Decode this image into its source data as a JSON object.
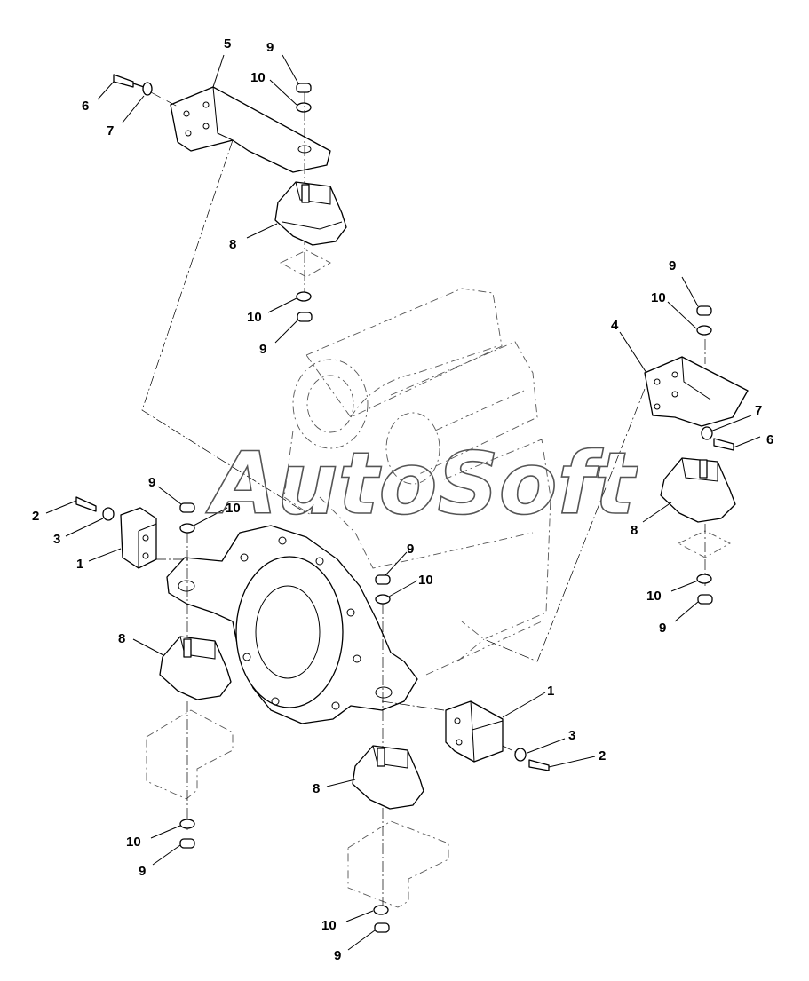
{
  "watermark": "AutoSoft",
  "callouts": [
    {
      "id": "c5a",
      "label": "5"
    },
    {
      "id": "c6a",
      "label": "6"
    },
    {
      "id": "c7a",
      "label": "7"
    },
    {
      "id": "c9a",
      "label": "9"
    },
    {
      "id": "c10a",
      "label": "10"
    },
    {
      "id": "c8a",
      "label": "8"
    },
    {
      "id": "c10b",
      "label": "10"
    },
    {
      "id": "c9b",
      "label": "9"
    },
    {
      "id": "c9c",
      "label": "9"
    },
    {
      "id": "c10c",
      "label": "10"
    },
    {
      "id": "c4a",
      "label": "4"
    },
    {
      "id": "c7b",
      "label": "7"
    },
    {
      "id": "c6b",
      "label": "6"
    },
    {
      "id": "c8b",
      "label": "8"
    },
    {
      "id": "c10d",
      "label": "10"
    },
    {
      "id": "c9d",
      "label": "9"
    },
    {
      "id": "c9e",
      "label": "9"
    },
    {
      "id": "c10e",
      "label": "10"
    },
    {
      "id": "c2a",
      "label": "2"
    },
    {
      "id": "c3a",
      "label": "3"
    },
    {
      "id": "c1a",
      "label": "1"
    },
    {
      "id": "c8c",
      "label": "8"
    },
    {
      "id": "c10f",
      "label": "10"
    },
    {
      "id": "c9f",
      "label": "9"
    },
    {
      "id": "c9g",
      "label": "9"
    },
    {
      "id": "c10g",
      "label": "10"
    },
    {
      "id": "c1b",
      "label": "1"
    },
    {
      "id": "c3b",
      "label": "3"
    },
    {
      "id": "c2b",
      "label": "2"
    },
    {
      "id": "c8d",
      "label": "8"
    },
    {
      "id": "c10h",
      "label": "10"
    },
    {
      "id": "c9h",
      "label": "9"
    }
  ]
}
